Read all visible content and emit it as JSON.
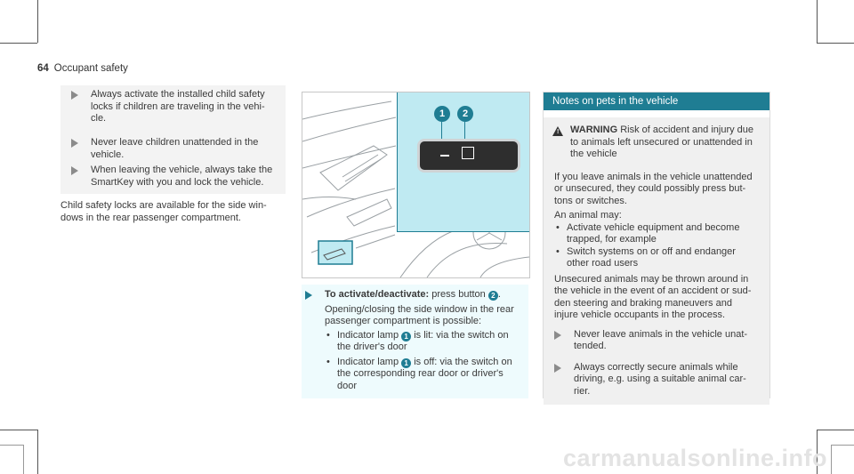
{
  "page": {
    "number": "64",
    "section": "Occupant safety"
  },
  "left": {
    "steps": [
      "Always activate the installed child safety locks if children are traveling in the vehi-cle.",
      "Never leave children unattended in the vehicle.",
      "When leaving the vehicle, always take the SmartKey with you and lock the vehicle."
    ],
    "steps_lines": [
      [
        "Always activate the installed child safety",
        "locks if children are traveling in the vehi-",
        "cle."
      ],
      [
        "Never leave children unattended in the",
        "vehicle."
      ],
      [
        "When leaving the vehicle, always take the",
        "SmartKey with you and lock the vehicle."
      ]
    ],
    "para_lines": [
      "Child safety locks are available for the side win-",
      "dows in the rear passenger compartment."
    ]
  },
  "middle": {
    "callouts": [
      "1",
      "2"
    ],
    "activate_label": "To activate/deactivate:",
    "activate_text": "press button",
    "activate_ref": "2",
    "opening_lines": [
      "Opening/closing the side window in the rear",
      "passenger compartment is possible:"
    ],
    "items": [
      {
        "pre": "Indicator lamp",
        "ref": "1",
        "lines": [
          "is lit: via the switch on",
          "the driver's door"
        ]
      },
      {
        "pre": "Indicator lamp",
        "ref": "1",
        "lines": [
          "is off: via the switch on",
          "the corresponding rear door or driver's",
          "door"
        ]
      }
    ]
  },
  "right": {
    "title": "Notes on pets in the vehicle",
    "warning_label": "WARNING",
    "warning_lines": [
      "Risk of accident and injury due",
      "to animals left unsecured or unattended in",
      "the vehicle"
    ],
    "p1_lines": [
      "If you leave animals in the vehicle unattended",
      "or unsecured, they could possibly press but-",
      "tons or switches."
    ],
    "may_label": "An animal may:",
    "may_items": [
      [
        "Activate vehicle equipment and become",
        "trapped, for example"
      ],
      [
        "Switch systems on or off and endanger",
        "other road users"
      ]
    ],
    "p2_lines": [
      "Unsecured animals may be thrown around in",
      "the vehicle in the event of an accident or sud-",
      "den steering and braking maneuvers and",
      "injure vehicle occupants in the process."
    ],
    "steps": [
      [
        "Never leave animals in the vehicle unat-",
        "tended."
      ],
      [
        "Always correctly secure animals while",
        "driving, e.g. using a suitable animal car-",
        "rier."
      ]
    ]
  },
  "watermark": "carmanualsonline.info",
  "colors": {
    "accent": "#1f7d93",
    "highlight": "#bfeaf2",
    "shade": "#f3f3f3"
  }
}
